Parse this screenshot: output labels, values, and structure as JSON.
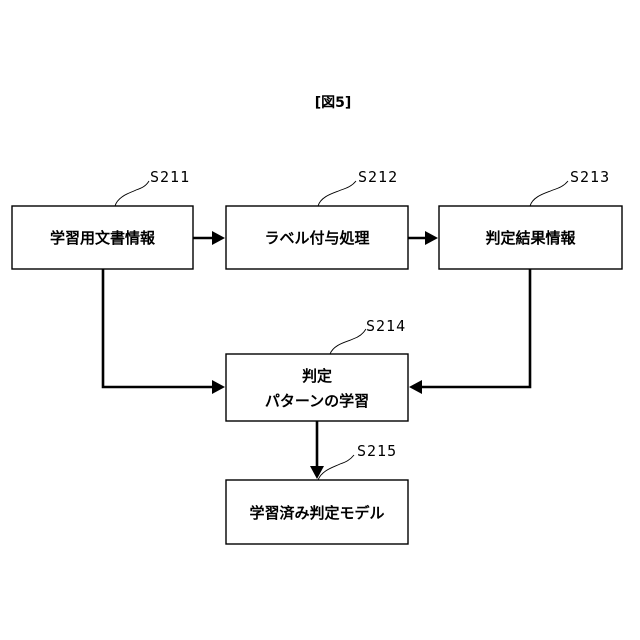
{
  "figure_label": "[図5]",
  "boxes": {
    "s211": {
      "ref": "S211",
      "label": "学習用文書情報"
    },
    "s212": {
      "ref": "S212",
      "label": "ラベル付与処理"
    },
    "s213": {
      "ref": "S213",
      "label": "判定結果情報"
    },
    "s214": {
      "ref": "S214",
      "label_line1": "判定",
      "label_line2": "パターンの学習"
    },
    "s215": {
      "ref": "S215",
      "label": "学習済み判定モデル"
    }
  }
}
